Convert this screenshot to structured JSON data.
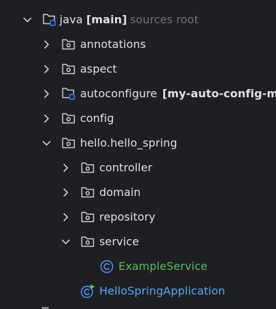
{
  "project_tree": {
    "root": {
      "label": "java",
      "module": "[main]",
      "hint": "sources root"
    },
    "packages": [
      {
        "label": "annotations"
      },
      {
        "label": "aspect"
      },
      {
        "label": "autoconfigure",
        "module": "[my-auto-config-mo"
      },
      {
        "label": "config"
      },
      {
        "label": "hello.hello_spring"
      }
    ],
    "subpackages": [
      {
        "label": "controller"
      },
      {
        "label": "domain"
      },
      {
        "label": "repository"
      },
      {
        "label": "service"
      }
    ],
    "classes": [
      {
        "label": "ExampleService",
        "icon": "class-icon"
      },
      {
        "label": "HelloSpringApplication",
        "icon": "spring-boot-app-icon"
      }
    ]
  },
  "colors": {
    "background": "#1e1f22",
    "text": "#dfe1e5",
    "muted": "#6f737a",
    "class_green": "#5fb865",
    "class_blue": "#56a8f5",
    "icon_accent": "#3574f0"
  }
}
